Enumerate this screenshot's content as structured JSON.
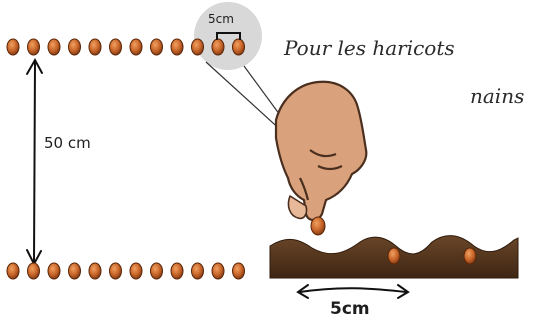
{
  "caption": {
    "line1": "Pour les haricots",
    "line2": "nains"
  },
  "labels": {
    "row_spacing": "50 cm",
    "seed_gap_zoom": "5cm",
    "seed_gap_ground": "5cm"
  },
  "illustration": {
    "top_row_seed_count": 12,
    "bottom_row_seed_count": 12,
    "seed_color": "#c9662a",
    "seed_dark": "#7a3512",
    "soil_color": "#5b3a22",
    "skin_color": "#d9a27c"
  }
}
